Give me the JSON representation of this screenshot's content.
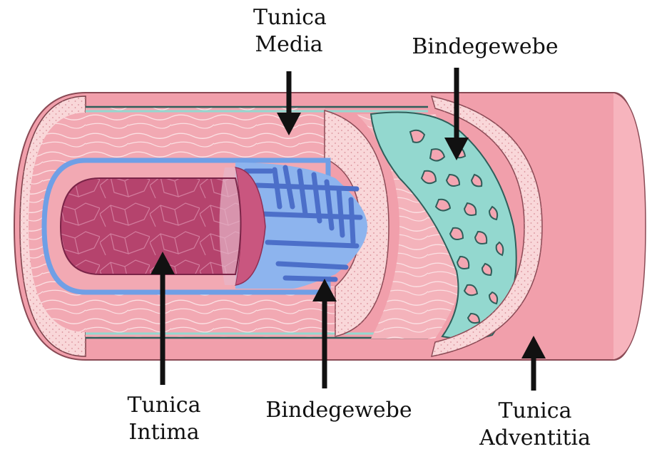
{
  "labels": {
    "media_line1": "Tunica",
    "media_line2": "Media",
    "top_connective": "Bindegewebe",
    "intima_line1": "Tunica",
    "intima_line2": "Intima",
    "bottom_connective": "Bindegewebe",
    "adventitia_line1": "Tunica",
    "adventitia_line2": "Adventitia"
  },
  "colors": {
    "outer_pink": "#f19fab",
    "outer_pink_light": "#f8c3c9",
    "media_pink": "#f2a9b3",
    "dotted_band": "#f9d7d9",
    "intima_purple": "#b5436d",
    "intima_light": "#c9567f",
    "blue_layer": "#6f9fe6",
    "blue_dark": "#4c6fc9",
    "teal": "#93d8cf",
    "teal_dark": "#2f5e5a",
    "arrow": "#111111"
  }
}
